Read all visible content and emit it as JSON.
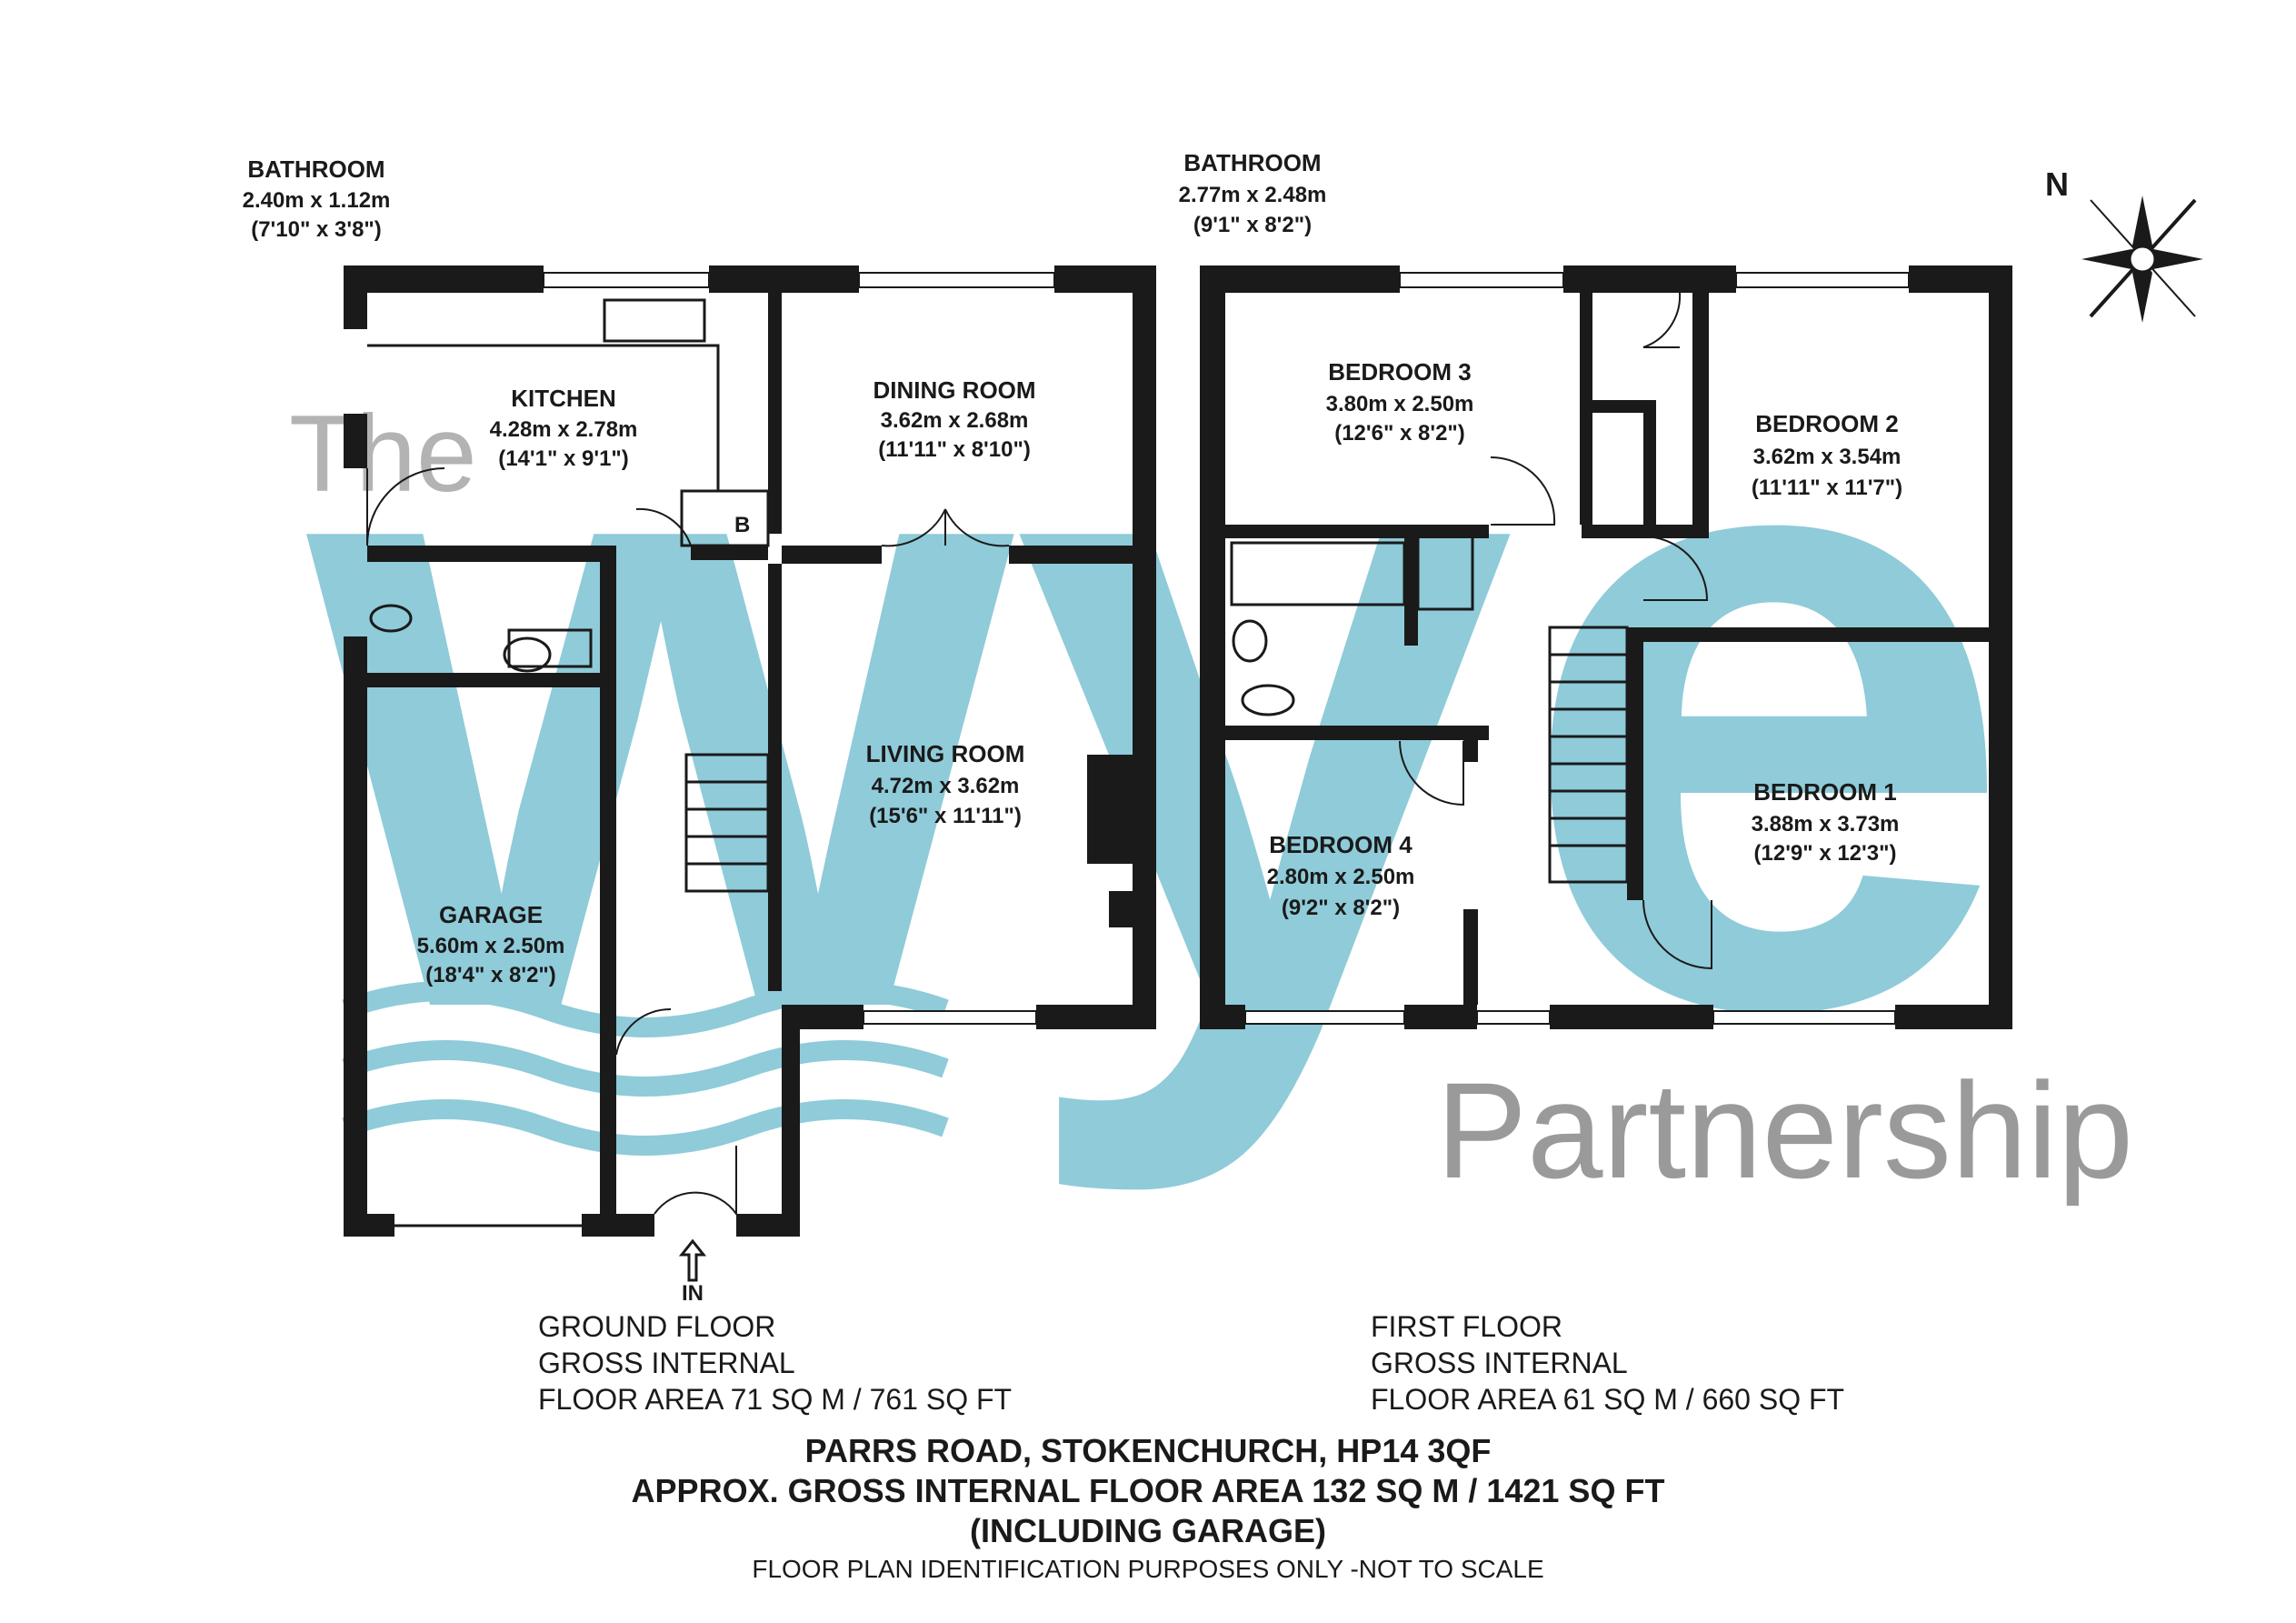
{
  "ground_floor": {
    "rooms": [
      {
        "name": "BATHROOM",
        "metric": "2.40m x 1.12m",
        "imperial": "(7'10\" x 3'8\")"
      },
      {
        "name": "KITCHEN",
        "metric": "4.28m x 2.78m",
        "imperial": "(14'1\" x 9'1\")"
      },
      {
        "name": "DINING ROOM",
        "metric": "3.62m x 2.68m",
        "imperial": "(11'11\" x 8'10\")"
      },
      {
        "name": "LIVING ROOM",
        "metric": "4.72m x 3.62m",
        "imperial": "(15'6\" x 11'11\")"
      },
      {
        "name": "GARAGE",
        "metric": "5.60m x 2.50m",
        "imperial": "(18'4\" x 8'2\")"
      }
    ],
    "boiler_label": "B",
    "entrance_label": "IN",
    "summary": [
      "GROUND FLOOR",
      "GROSS INTERNAL",
      "FLOOR AREA 71 SQ M / 761 SQ FT"
    ]
  },
  "first_floor": {
    "rooms": [
      {
        "name": "BATHROOM",
        "metric": "2.77m x 2.48m",
        "imperial": "(9'1\" x 8'2\")"
      },
      {
        "name": "BEDROOM 3",
        "metric": "3.80m x 2.50m",
        "imperial": "(12'6\" x 8'2\")"
      },
      {
        "name": "BEDROOM 2",
        "metric": "3.62m x 3.54m",
        "imperial": "(11'11\" x 11'7\")"
      },
      {
        "name": "BEDROOM 1",
        "metric": "3.88m x 3.73m",
        "imperial": "(12'9\" x 12'3\")"
      },
      {
        "name": "BEDROOM 4",
        "metric": "2.80m x 2.50m",
        "imperial": "(9'2\" x 8'2\")"
      }
    ],
    "summary": [
      "FIRST FLOOR",
      "GROSS INTERNAL",
      "FLOOR AREA 61 SQ M / 660 SQ FT"
    ]
  },
  "compass_label": "N",
  "logo": {
    "prefix": "The",
    "main": "wye",
    "suffix": "Partnership",
    "color": "#8fcbd9"
  },
  "footer": {
    "address": "PARRS ROAD, STOKENCHURCH, HP14 3QF",
    "total_area": "APPROX. GROSS INTERNAL FLOOR AREA 132 SQ M / 1421 SQ FT",
    "garage_note": "(INCLUDING GARAGE)",
    "disclaimer": "FLOOR PLAN IDENTIFICATION PURPOSES ONLY -NOT TO SCALE"
  }
}
